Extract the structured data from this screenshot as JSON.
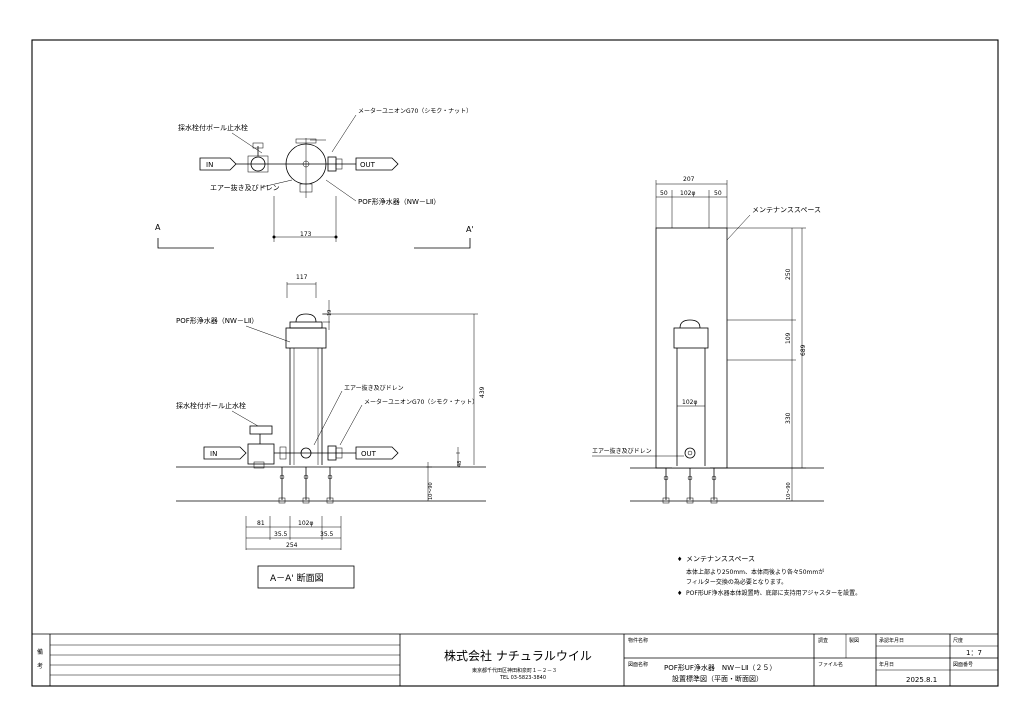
{
  "plan_view": {
    "label_valve": "採水栓付ボール止水栓",
    "label_union": "メーターユニオンG70（シモク・ナット）",
    "label_air": "エアー抜き及びドレン",
    "label_filter": "POF形浄水器（NW－LⅡ）",
    "label_in": "IN",
    "label_out": "OUT",
    "dim_173": "173",
    "section_a": "A",
    "section_a2": "A'"
  },
  "section_view": {
    "dim_117": "117",
    "dim_19": "19",
    "label_filter": "POF形浄水器（NW－LⅡ）",
    "label_air": "エアー抜き及びドレン",
    "label_union": "メーターユニオンG70（シモク・ナット）",
    "label_valve": "採水栓付ボール止水栓",
    "label_in": "IN",
    "label_out": "OUT",
    "dim_439": "439",
    "dim_48": "48",
    "dim_floor": "10～90",
    "dim_81": "81",
    "dim_102": "102φ",
    "dim_355a": "35.5",
    "dim_355b": "35.5",
    "dim_254": "254",
    "caption": "A－A' 断面図"
  },
  "maintenance_view": {
    "dim_207": "207",
    "dim_50a": "50",
    "dim_102": "102φ",
    "dim_50b": "50",
    "label_space": "メンテナンススペース",
    "dim_250": "250",
    "dim_109": "109",
    "dim_689": "689",
    "dim_330": "330",
    "dim_102_mid": "102φ",
    "label_air": "エアー抜き及びドレン",
    "dim_floor": "10～90"
  },
  "notes": {
    "title": "メンテナンススペース",
    "line1": "本体上部より250mm、本体両後より各々50mmが",
    "line2": "フィルター交換の為必要となります。",
    "line3": "POF形UF浄水器本体設置時、底部に支持用アジャスターを設置。"
  },
  "title_block": {
    "col_bikou1": "備",
    "col_bikou2": "考",
    "company": "株式会社 ナチュラルウイル",
    "address": "東京都千代田区神田和泉町１－２－３",
    "tel": "TEL 03-5823-3840",
    "label_project": "物件名称",
    "label_drawing_name": "図面名称",
    "drawing_name1": "POF形UF浄水器　NW－LⅡ（２５）",
    "drawing_name2": "設置標準図（平面・断面図）",
    "label_check": "調査",
    "label_drawn": "製図",
    "label_approval": "承認年月日",
    "label_scale": "尺度",
    "scale": "1：7",
    "label_file": "ファイル名",
    "label_date": "年月日",
    "date": "2025.8.1",
    "label_drawing_no": "図面番号"
  }
}
